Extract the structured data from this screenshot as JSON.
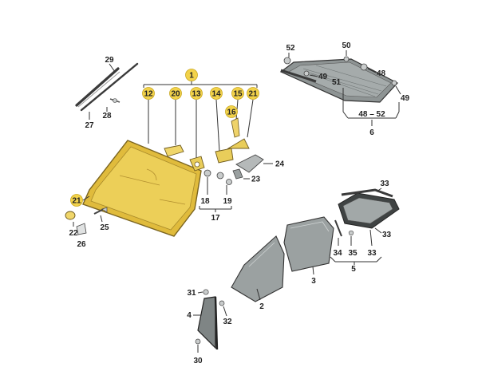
{
  "colors": {
    "highlight": "#f2d24a",
    "glass_yellow": "#e8c84a",
    "glass_gray": "#9aa0a0",
    "glass_gray_dark": "#7d8383",
    "frame_dark": "#3a3a3a",
    "line": "#333333"
  },
  "labels": {
    "top_group": "1",
    "windshield_sub": [
      "12",
      "20",
      "13",
      "14",
      "15",
      "21"
    ],
    "part16": "16",
    "part24": "24",
    "part23": "23",
    "part18": "18",
    "part19": "19",
    "group17": "17",
    "part21_left": "21",
    "part22": "22",
    "part25": "25",
    "part26": "26",
    "part27": "27",
    "part28": "28",
    "part29": "29",
    "rear_52": "52",
    "rear_50": "50",
    "rear_49a": "49",
    "rear_51": "51",
    "rear_48": "48",
    "rear_49b": "49",
    "rear_range": "48 – 52",
    "rear_group": "6",
    "qtr_33a": "33",
    "qtr_33b": "33",
    "qtr_34": "34",
    "qtr_35": "35",
    "qtr_33c": "33",
    "qtr_group": "5",
    "door_front": "2",
    "door_rear": "3",
    "part31": "31",
    "part4": "4",
    "part32": "32",
    "part30": "30"
  }
}
